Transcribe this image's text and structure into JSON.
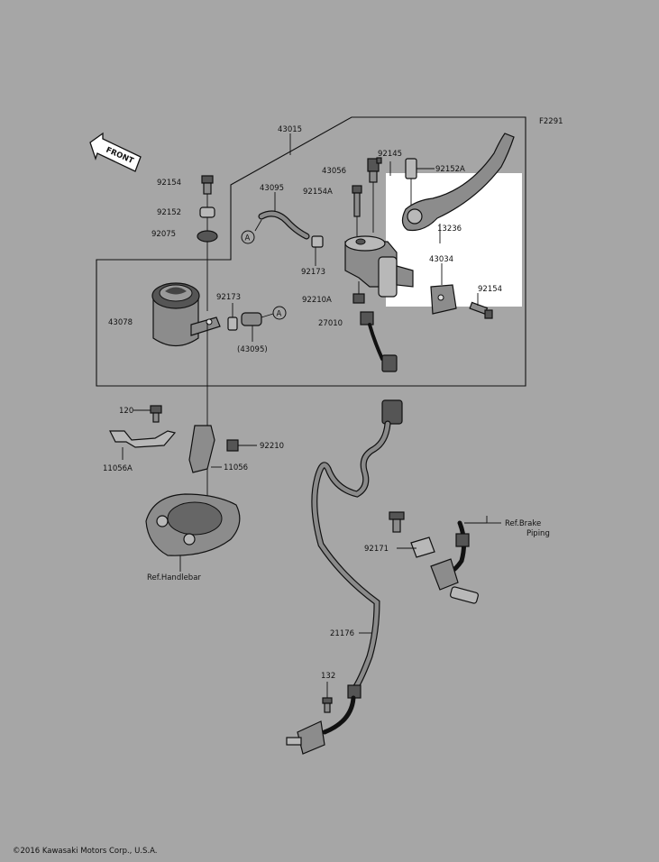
{
  "figure_code": "F2291",
  "front_label": "FRONT",
  "ref_marker": "A",
  "copyright": "©2016 Kawasaki Motors Corp., U.S.A.",
  "refs": {
    "brake_piping_line1": "Ref.Brake",
    "brake_piping_line2": "Piping",
    "handlebar": "Ref.Handlebar"
  },
  "parts": {
    "p43015": "43015",
    "p92145": "92145",
    "p43056": "43056",
    "p92152A": "92152A",
    "p92154_bolt_top": "92154",
    "p43095": "43095",
    "p92154A": "92154A",
    "p13236": "13236",
    "p92152": "92152",
    "p92075": "92075",
    "p43034": "43034",
    "p92173_a": "92173",
    "p92154_right": "92154",
    "p92210A": "92210A",
    "p43078": "43078",
    "p92173_b": "92173",
    "p27010": "27010",
    "p43095_ref": "(43095)",
    "p120": "120",
    "p92210": "92210",
    "p11056A": "11056A",
    "p11056": "11056",
    "p92171": "92171",
    "p21176": "21176",
    "p132": "132"
  }
}
